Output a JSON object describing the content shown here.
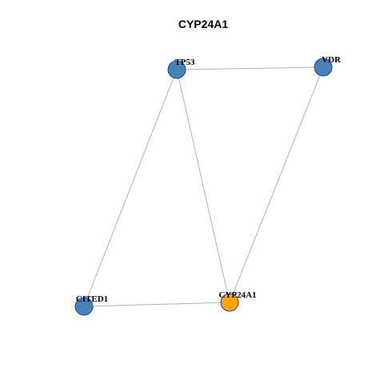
{
  "title": "CYP24A1",
  "colors": {
    "edge": "#b3b3b3",
    "node_default": "#4682b4",
    "node_highlight": "#ffa500",
    "node_stroke": "#1f3fbf"
  },
  "nodes": [
    {
      "id": "TP53",
      "label": "TP53",
      "kind": "neighbor"
    },
    {
      "id": "VDR",
      "label": "VDR",
      "kind": "neighbor"
    },
    {
      "id": "CITED1",
      "label": "CITED1",
      "kind": "neighbor"
    },
    {
      "id": "CYP24A1",
      "label": "CYP24A1",
      "kind": "query"
    }
  ],
  "edges": [
    {
      "source": "TP53",
      "target": "VDR"
    },
    {
      "source": "TP53",
      "target": "CITED1"
    },
    {
      "source": "TP53",
      "target": "CYP24A1"
    },
    {
      "source": "VDR",
      "target": "CYP24A1"
    },
    {
      "source": "CITED1",
      "target": "CYP24A1"
    }
  ]
}
